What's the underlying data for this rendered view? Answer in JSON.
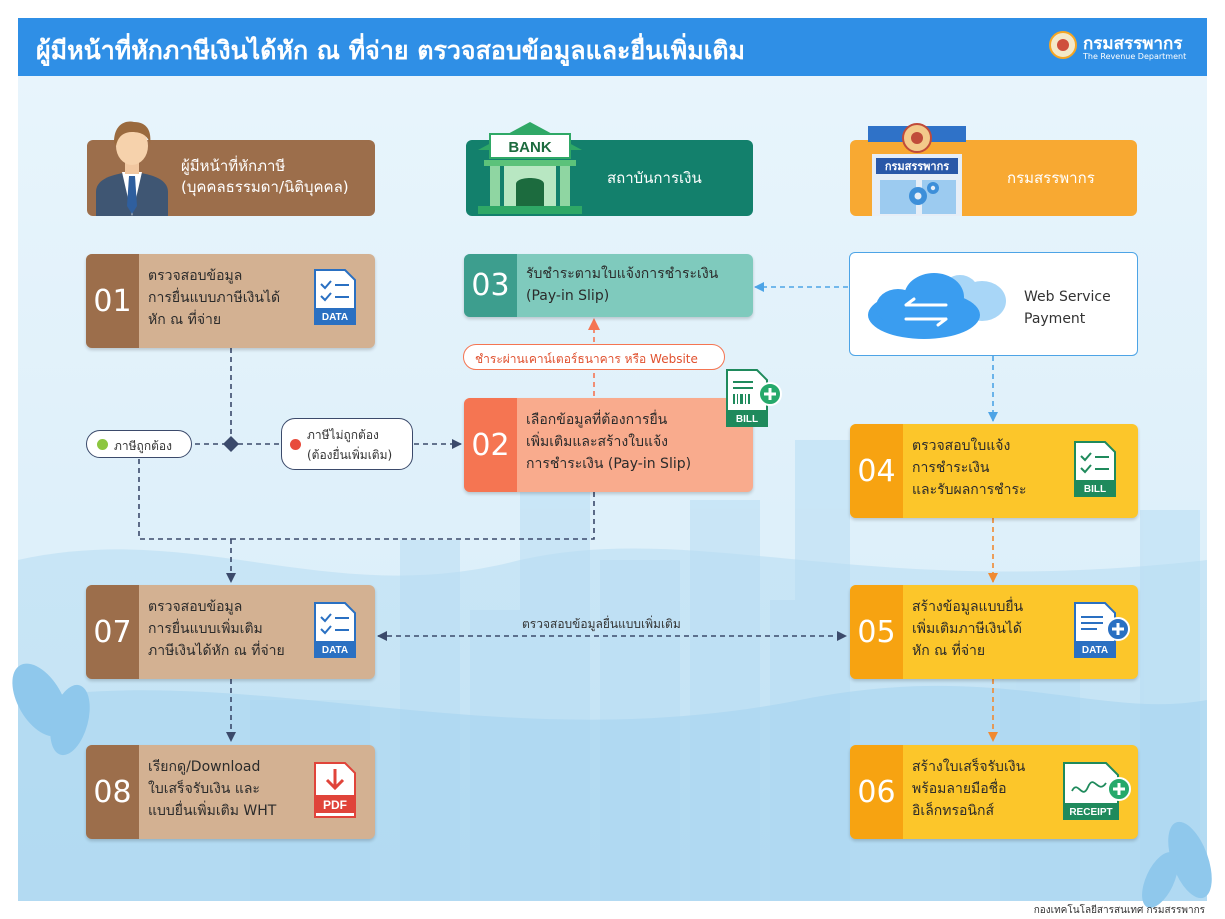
{
  "header": {
    "title": "ผู้มีหน้าที่หักภาษีเงินได้หัก ณ ที่จ่าย ตรวจสอบข้อมูลและยื่นเพิ่มเติม",
    "brand_th": "กรมสรรพากร",
    "brand_en": "The Revenue Department",
    "logo_icon": "revenue-department-seal-icon"
  },
  "actors": {
    "payer": {
      "label_line1": "ผู้มีหน้าที่หักภาษี",
      "label_line2": "(บุคคลธรรมดา/นิติบุคคล)",
      "icon": "businessman-icon",
      "color": "#9c6e4b"
    },
    "bank": {
      "label": "สถาบันการเงิน",
      "sign": "BANK",
      "icon": "bank-building-icon",
      "color": "#13806c"
    },
    "rd": {
      "label": "กรมสรรพากร",
      "sign": "กรมสรรพากร",
      "icon": "revenue-office-building-icon",
      "color": "#f8a932"
    }
  },
  "steps": {
    "s01": {
      "num": "01",
      "l1": "ตรวจสอบข้อมูล",
      "l2": "การยื่นแบบภาษีเงินได้",
      "l3": "หัก ณ ที่จ่าย",
      "icon": "data-document-icon",
      "icon_label": "DATA"
    },
    "s02": {
      "num": "02",
      "l1": "เลือกข้อมูลที่ต้องการยื่น",
      "l2": "เพิ่มเติมและสร้างใบแจ้ง",
      "l3": "การชำระเงิน (Pay-in Slip)",
      "icon": "bill-add-icon",
      "icon_label": "BILL"
    },
    "s03": {
      "num": "03",
      "l1": "รับชำระตามใบแจ้งการชำระเงิน",
      "l2": "(Pay-in Slip)"
    },
    "s04": {
      "num": "04",
      "l1": "ตรวจสอบใบแจ้ง",
      "l2": "การชำระเงิน",
      "l3": "และรับผลการชำระ",
      "icon": "bill-document-icon",
      "icon_label": "BILL"
    },
    "s05": {
      "num": "05",
      "l1": "สร้างข้อมูลแบบยื่น",
      "l2": "เพิ่มเติมภาษีเงินได้",
      "l3": "หัก ณ ที่จ่าย",
      "icon": "data-add-icon",
      "icon_label": "DATA"
    },
    "s06": {
      "num": "06",
      "l1": "สร้างใบเสร็จรับเงิน",
      "l2": "พร้อมลายมือชื่อ",
      "l3": "อิเล็กทรอนิกส์",
      "icon": "receipt-icon",
      "icon_label": "RECEIPT"
    },
    "s07": {
      "num": "07",
      "l1": "ตรวจสอบข้อมูล",
      "l2": "การยื่นแบบเพิ่มเติม",
      "l3": "ภาษีเงินได้หัก ณ ที่จ่าย",
      "icon": "data-document-icon",
      "icon_label": "DATA"
    },
    "s08": {
      "num": "08",
      "l1": "เรียกดู/Download",
      "l2": "ใบเสร็จรับเงิน และ",
      "l3": "แบบยื่นเพิ่มเติม WHT",
      "icon": "pdf-download-icon",
      "icon_label": "PDF"
    }
  },
  "web_service": {
    "l1": "Web Service",
    "l2": "Payment",
    "icon": "cloud-exchange-icon"
  },
  "labels": {
    "tax_correct": "ภาษีถูกต้อง",
    "tax_incorrect_l1": "ภาษีไม่ถูกต้อง",
    "tax_incorrect_l2": "(ต้องยื่นเพิ่มเติม)",
    "pay_channel": "ชำระผ่านเคาน์เตอร์ธนาคาร หรือ  Website",
    "verify_additional": "ตรวจสอบข้อมูลยื่นแบบเพิ่มเติม",
    "footer": "กองเทคโนโลยีสารสนเทศ กรมสรรพากร"
  },
  "colors": {
    "header_blue": "#2f8fe6",
    "background": "#e3f2fb",
    "brown": "#9c6e4b",
    "brown_light": "#d3b192",
    "teal": "#3d9e8e",
    "teal_light": "#7fcabd",
    "coral": "#f57552",
    "coral_light": "#f9ab8d",
    "yellow": "#f7a311",
    "yellow_light": "#fcc62a",
    "connector_navy": "#3b4a6b",
    "connector_orange": "#f08a32",
    "connector_blue": "#4da4e6",
    "correct_green": "#8cc63f",
    "incorrect_red": "#e84b3c"
  }
}
